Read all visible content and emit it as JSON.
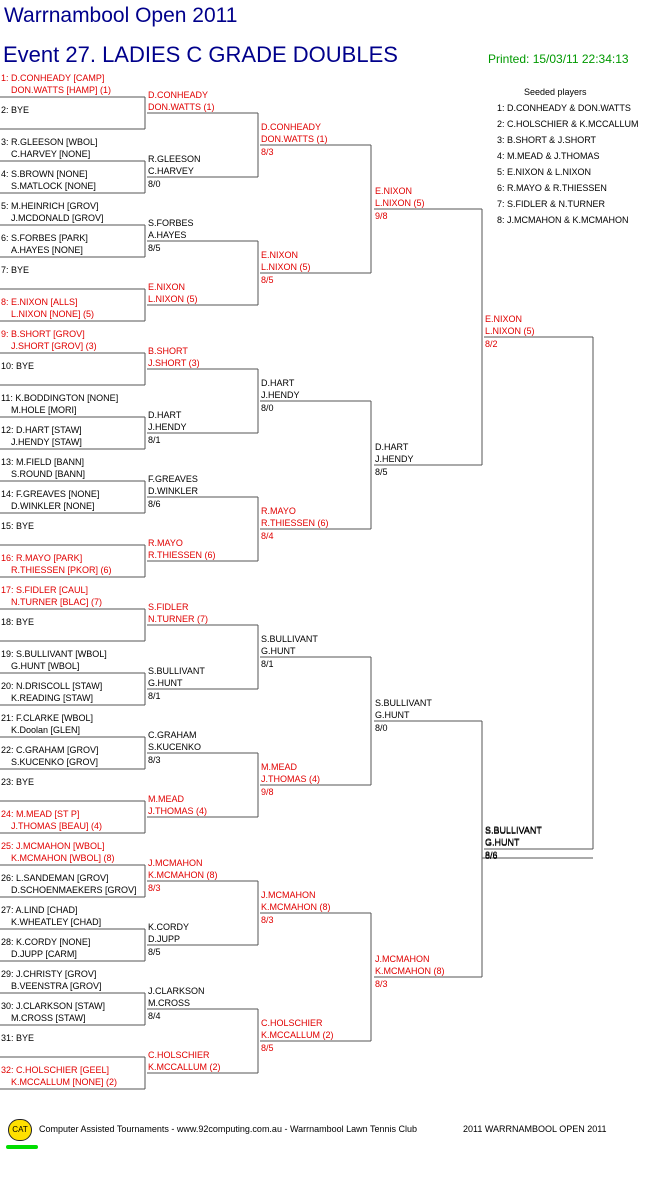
{
  "header": {
    "title": "Warrnambool Open 2011",
    "event": "Event 27. LADIES C GRADE DOUBLES",
    "printed": "Printed: 15/03/11 22:34:13"
  },
  "seeds": {
    "title": "Seeded players",
    "list": [
      "1: D.CONHEADY & DON.WATTS",
      "2: C.HOLSCHIER & K.MCCALLUM",
      "3: B.SHORT & J.SHORT",
      "4: M.MEAD & J.THOMAS",
      "5: E.NIXON & L.NIXON",
      "6: R.MAYO & R.THIESSEN",
      "7: S.FIDLER & N.TURNER",
      "8: J.MCMAHON & K.MCMAHON"
    ]
  },
  "draw": {
    "r1": [
      {
        "l1": "1: D.CONHEADY [CAMP]",
        "l2": "DON.WATTS [HAMP] (1)",
        "seed": true
      },
      {
        "l1": "2: BYE",
        "l2": "",
        "seed": false
      },
      {
        "l1": "3: R.GLEESON [WBOL]",
        "l2": "C.HARVEY [NONE]",
        "seed": false
      },
      {
        "l1": "4: S.BROWN [NONE]",
        "l2": "S.MATLOCK [NONE]",
        "seed": false
      },
      {
        "l1": "5: M.HEINRICH [GROV]",
        "l2": "J.MCDONALD [GROV]",
        "seed": false
      },
      {
        "l1": "6: S.FORBES [PARK]",
        "l2": "A.HAYES [NONE]",
        "seed": false
      },
      {
        "l1": "7: BYE",
        "l2": "",
        "seed": false
      },
      {
        "l1": "8: E.NIXON [ALLS]",
        "l2": "L.NIXON [NONE] (5)",
        "seed": true
      },
      {
        "l1": "9: B.SHORT [GROV]",
        "l2": "J.SHORT [GROV] (3)",
        "seed": true
      },
      {
        "l1": "10: BYE",
        "l2": "",
        "seed": false
      },
      {
        "l1": "11: K.BODDINGTON [NONE]",
        "l2": "M.HOLE [MORI]",
        "seed": false
      },
      {
        "l1": "12: D.HART [STAW]",
        "l2": "J.HENDY [STAW]",
        "seed": false
      },
      {
        "l1": "13: M.FIELD [BANN]",
        "l2": "S.ROUND [BANN]",
        "seed": false
      },
      {
        "l1": "14: F.GREAVES [NONE]",
        "l2": "D.WINKLER [NONE]",
        "seed": false
      },
      {
        "l1": "15: BYE",
        "l2": "",
        "seed": false
      },
      {
        "l1": "16: R.MAYO [PARK]",
        "l2": "R.THIESSEN [PKOR] (6)",
        "seed": true
      },
      {
        "l1": "17: S.FIDLER [CAUL]",
        "l2": "N.TURNER [BLAC] (7)",
        "seed": true
      },
      {
        "l1": "18: BYE",
        "l2": "",
        "seed": false
      },
      {
        "l1": "19: S.BULLIVANT [WBOL]",
        "l2": "G.HUNT [WBOL]",
        "seed": false
      },
      {
        "l1": "20: N.DRISCOLL [STAW]",
        "l2": "K.READING [STAW]",
        "seed": false
      },
      {
        "l1": "21: F.CLARKE [WBOL]",
        "l2": "K.Doolan [GLEN]",
        "seed": false
      },
      {
        "l1": "22: C.GRAHAM [GROV]",
        "l2": "S.KUCENKO [GROV]",
        "seed": false
      },
      {
        "l1": "23: BYE",
        "l2": "",
        "seed": false
      },
      {
        "l1": "24: M.MEAD [ST P]",
        "l2": "J.THOMAS [BEAU] (4)",
        "seed": true
      },
      {
        "l1": "25: J.MCMAHON [WBOL]",
        "l2": "K.MCMAHON [WBOL] (8)",
        "seed": true
      },
      {
        "l1": "26: L.SANDEMAN [GROV]",
        "l2": "D.SCHOENMAEKERS [GROV]",
        "seed": false
      },
      {
        "l1": "27: A.LIND [CHAD]",
        "l2": "K.WHEATLEY [CHAD]",
        "seed": false
      },
      {
        "l1": "28: K.CORDY [NONE]",
        "l2": "D.JUPP [CARM]",
        "seed": false
      },
      {
        "l1": "29: J.CHRISTY [GROV]",
        "l2": "B.VEENSTRA [GROV]",
        "seed": false
      },
      {
        "l1": "30: J.CLARKSON [STAW]",
        "l2": "M.CROSS [STAW]",
        "seed": false
      },
      {
        "l1": "31: BYE",
        "l2": "",
        "seed": false
      },
      {
        "l1": "32: C.HOLSCHIER [GEEL]",
        "l2": "K.MCCALLUM [NONE] (2)",
        "seed": true
      }
    ],
    "r2": [
      {
        "l1": "D.CONHEADY",
        "l2": "DON.WATTS (1)",
        "score": "",
        "seed": true
      },
      {
        "l1": "R.GLEESON",
        "l2": "C.HARVEY",
        "score": "8/0",
        "seed": false
      },
      {
        "l1": "S.FORBES",
        "l2": "A.HAYES",
        "score": "8/5",
        "seed": false
      },
      {
        "l1": "E.NIXON",
        "l2": "L.NIXON (5)",
        "score": "",
        "seed": true
      },
      {
        "l1": "B.SHORT",
        "l2": "J.SHORT (3)",
        "score": "",
        "seed": true
      },
      {
        "l1": "D.HART",
        "l2": "J.HENDY",
        "score": "8/1",
        "seed": false
      },
      {
        "l1": "F.GREAVES",
        "l2": "D.WINKLER",
        "score": "8/6",
        "seed": false
      },
      {
        "l1": "R.MAYO",
        "l2": "R.THIESSEN (6)",
        "score": "",
        "seed": true
      },
      {
        "l1": "S.FIDLER",
        "l2": "N.TURNER (7)",
        "score": "",
        "seed": true
      },
      {
        "l1": "S.BULLIVANT",
        "l2": "G.HUNT",
        "score": "8/1",
        "seed": false
      },
      {
        "l1": "C.GRAHAM",
        "l2": "S.KUCENKO",
        "score": "8/3",
        "seed": false
      },
      {
        "l1": "M.MEAD",
        "l2": "J.THOMAS (4)",
        "score": "",
        "seed": true
      },
      {
        "l1": "J.MCMAHON",
        "l2": "K.MCMAHON (8)",
        "score": "8/3",
        "seed": true
      },
      {
        "l1": "K.CORDY",
        "l2": "D.JUPP",
        "score": "8/5",
        "seed": false
      },
      {
        "l1": "J.CLARKSON",
        "l2": "M.CROSS",
        "score": "8/4",
        "seed": false
      },
      {
        "l1": "C.HOLSCHIER",
        "l2": "K.MCCALLUM (2)",
        "score": "",
        "seed": true
      }
    ],
    "r3": [
      {
        "l1": "D.CONHEADY",
        "l2": "DON.WATTS (1)",
        "score": "8/3",
        "seed": true
      },
      {
        "l1": "E.NIXON",
        "l2": "L.NIXON (5)",
        "score": "8/5",
        "seed": true
      },
      {
        "l1": "D.HART",
        "l2": "J.HENDY",
        "score": "8/0",
        "seed": false
      },
      {
        "l1": "R.MAYO",
        "l2": "R.THIESSEN (6)",
        "score": "8/4",
        "seed": true
      },
      {
        "l1": "S.BULLIVANT",
        "l2": "G.HUNT",
        "score": "8/1",
        "seed": false
      },
      {
        "l1": "M.MEAD",
        "l2": "J.THOMAS (4)",
        "score": "9/8",
        "seed": true
      },
      {
        "l1": "J.MCMAHON",
        "l2": "K.MCMAHON (8)",
        "score": "8/3",
        "seed": true
      },
      {
        "l1": "C.HOLSCHIER",
        "l2": "K.MCCALLUM (2)",
        "score": "8/5",
        "seed": true
      }
    ],
    "r4": [
      {
        "l1": "E.NIXON",
        "l2": "L.NIXON (5)",
        "score": "9/8",
        "seed": true
      },
      {
        "l1": "D.HART",
        "l2": "J.HENDY",
        "score": "8/5",
        "seed": false
      },
      {
        "l1": "S.BULLIVANT",
        "l2": "G.HUNT",
        "score": "8/0",
        "seed": false
      },
      {
        "l1": "J.MCMAHON",
        "l2": "K.MCMAHON (8)",
        "score": "8/3",
        "seed": true
      }
    ],
    "r5": [
      {
        "l1": "E.NIXON",
        "l2": "L.NIXON (5)",
        "score": "8/2",
        "seed": true
      },
      {
        "l1": "S.BULLIVANT",
        "l2": "G.HUNT",
        "score": "8/6",
        "seed": false
      }
    ],
    "r6": [
      {
        "l1": "S.BULLIVANT",
        "l2": "G.HUNT",
        "score": "8/6",
        "seed": false
      }
    ]
  },
  "footer": {
    "cat_label": "CAT",
    "text1": "Computer Assisted Tournaments - www.92computing.com.au  -  Warrnambool Lawn Tennis Club",
    "text2": "2011 WARRNAMBOOL OPEN 2011"
  }
}
